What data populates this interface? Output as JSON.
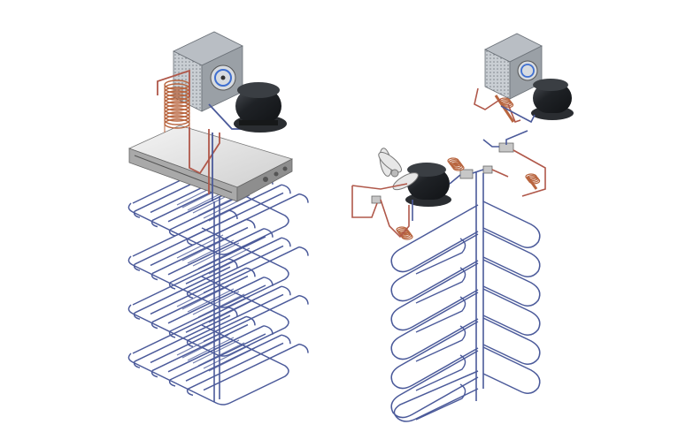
{
  "image": {
    "background": "#ffffff",
    "colors": {
      "evaporator_tube": "#4b5a9a",
      "refrigerant_line_hot": "#b0584a",
      "copper_coil": "#b8653f",
      "compressor_body": "#1f2226",
      "condenser_frame": "#8f959c",
      "condenser_fan": "#3f6fd0",
      "plate": "#dadada"
    }
  },
  "units": [
    {
      "name": "plate-evaporator-system",
      "components": [
        "condenser-unit",
        "compressor",
        "copper-coil",
        "mounting-plate",
        "evaporator-coil-stack"
      ],
      "evaporator_layers": 4
    },
    {
      "name": "fan-coil-system",
      "components": [
        "condenser-unit",
        "compressor",
        "fan",
        "filter-drier",
        "expansion-coil",
        "serpentine-evaporator"
      ],
      "evaporator_loops": 6
    }
  ]
}
